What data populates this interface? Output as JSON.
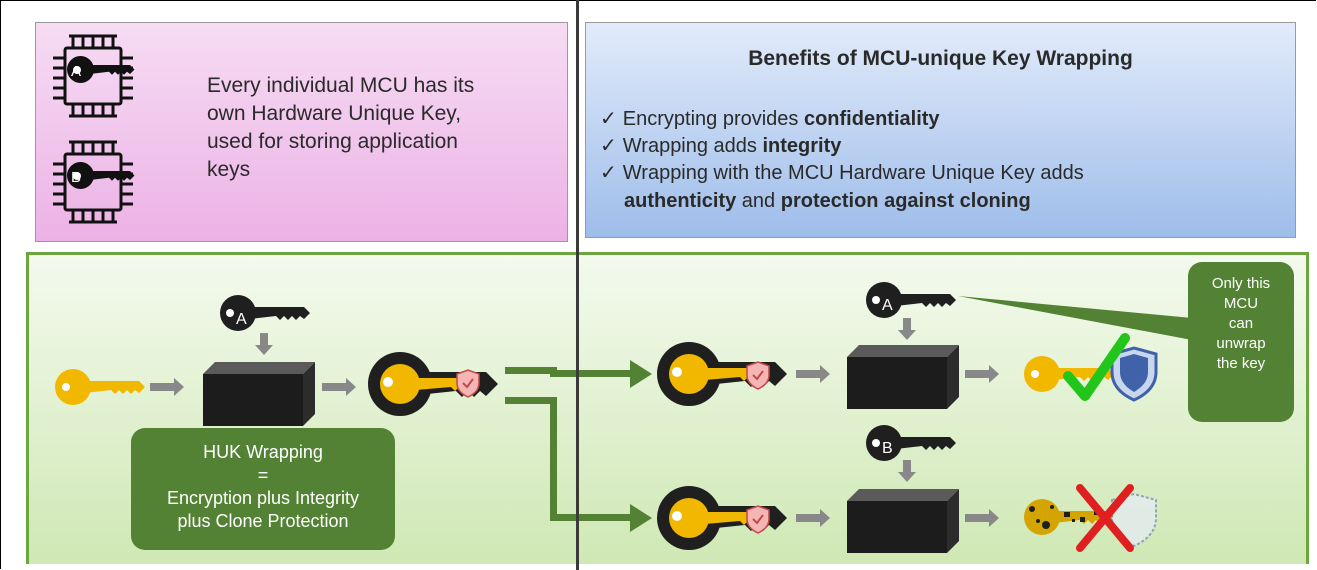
{
  "top_left": {
    "description": "Every individual MCU has its own Hardware Unique Key, used for storing application keys",
    "lines": [
      "Every individual MCU has its",
      "own Hardware Unique Key,",
      "used for storing application",
      "keys"
    ],
    "chip_labels": [
      "A",
      "B"
    ]
  },
  "benefits": {
    "title": "Benefits of MCU-unique Key Wrapping",
    "items": [
      {
        "check": "✓",
        "text": "Encrypting provides ",
        "bold": "confidentiality",
        "rest": ""
      },
      {
        "check": "✓",
        "text": "Wrapping adds ",
        "bold": "integrity",
        "rest": ""
      },
      {
        "check": "✓",
        "text": "Wrapping with the MCU Hardware Unique Key adds",
        "bold": "",
        "rest": ""
      }
    ],
    "last_line": {
      "bold1": "authenticity",
      "mid": " and ",
      "bold2": "protection against cloning"
    }
  },
  "flow": {
    "key_a": "A",
    "key_b": "B",
    "huk_box": {
      "line1": "HUK Wrapping",
      "line2": "=",
      "line3": "Encryption plus Integrity",
      "line4": "plus Clone Protection"
    },
    "callout": {
      "line1": "Only this",
      "line2": "MCU",
      "line3": "can",
      "line4": "unwrap",
      "line5": "the key"
    }
  },
  "colors": {
    "key_gold": "#f2b800",
    "key_dark": "#1f1f1f",
    "arrow_green": "#548235",
    "check_green": "#22c51a",
    "cross_red": "#e02020",
    "shield_blue": "#3f62a8"
  }
}
